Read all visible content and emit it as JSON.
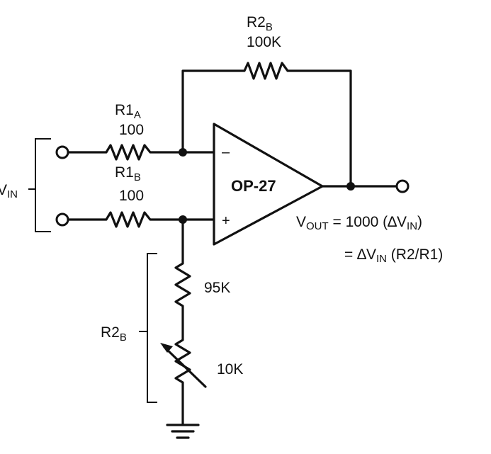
{
  "labels": {
    "r2b_top_name": "R2",
    "r2b_top_sub": "B",
    "r2b_top_value": "100K",
    "r1a_name": "R1",
    "r1a_sub": "A",
    "r1a_value": "100",
    "r1b_name": "R1",
    "r1b_sub": "B",
    "r1b_value": "100",
    "vin_name": "V",
    "vin_sub": "IN",
    "opamp_name": "OP-27",
    "minus_sign": "–",
    "plus_sign": "+",
    "vout_name": "V",
    "vout_sub": "OUT",
    "vout_eq": " = 1000 (∆V",
    "vout_eq_sub": "IN",
    "vout_eq_end": ")",
    "eq2_start": "= ∆V",
    "eq2_sub": "IN",
    "eq2_end": " (R2/R1)",
    "r2b_bottom_name": "R2",
    "r2b_bottom_sub": "B",
    "r_95k_value": "95K",
    "r_10k_value": "10K"
  }
}
